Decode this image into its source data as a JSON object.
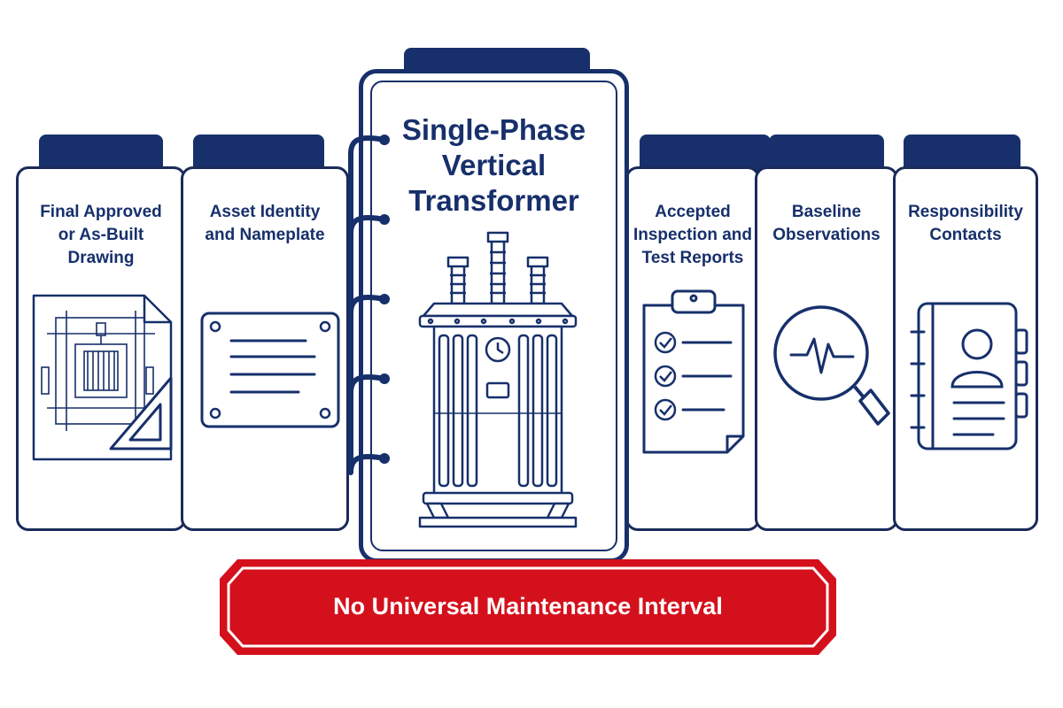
{
  "center": {
    "title": "Single-Phase\nVertical\nTransformer"
  },
  "cards": [
    {
      "title": "Final Approved\nor As-Built\nDrawing"
    },
    {
      "title": "Asset Identity\nand Nameplate"
    },
    {
      "title": "Accepted\nInspection and\nTest Reports"
    },
    {
      "title": "Baseline\nObservations"
    },
    {
      "title": "Responsibility\nContacts"
    }
  ],
  "banner": {
    "text": "No Universal Maintenance Interval"
  },
  "colors": {
    "navy": "#17306b",
    "red": "#d4101c",
    "outline": "#1a2a5a"
  },
  "icons": [
    "drawing-set-square-icon",
    "nameplate-icon",
    "transformer-icon",
    "clipboard-checklist-icon",
    "magnifier-waveform-icon",
    "contact-book-icon"
  ]
}
